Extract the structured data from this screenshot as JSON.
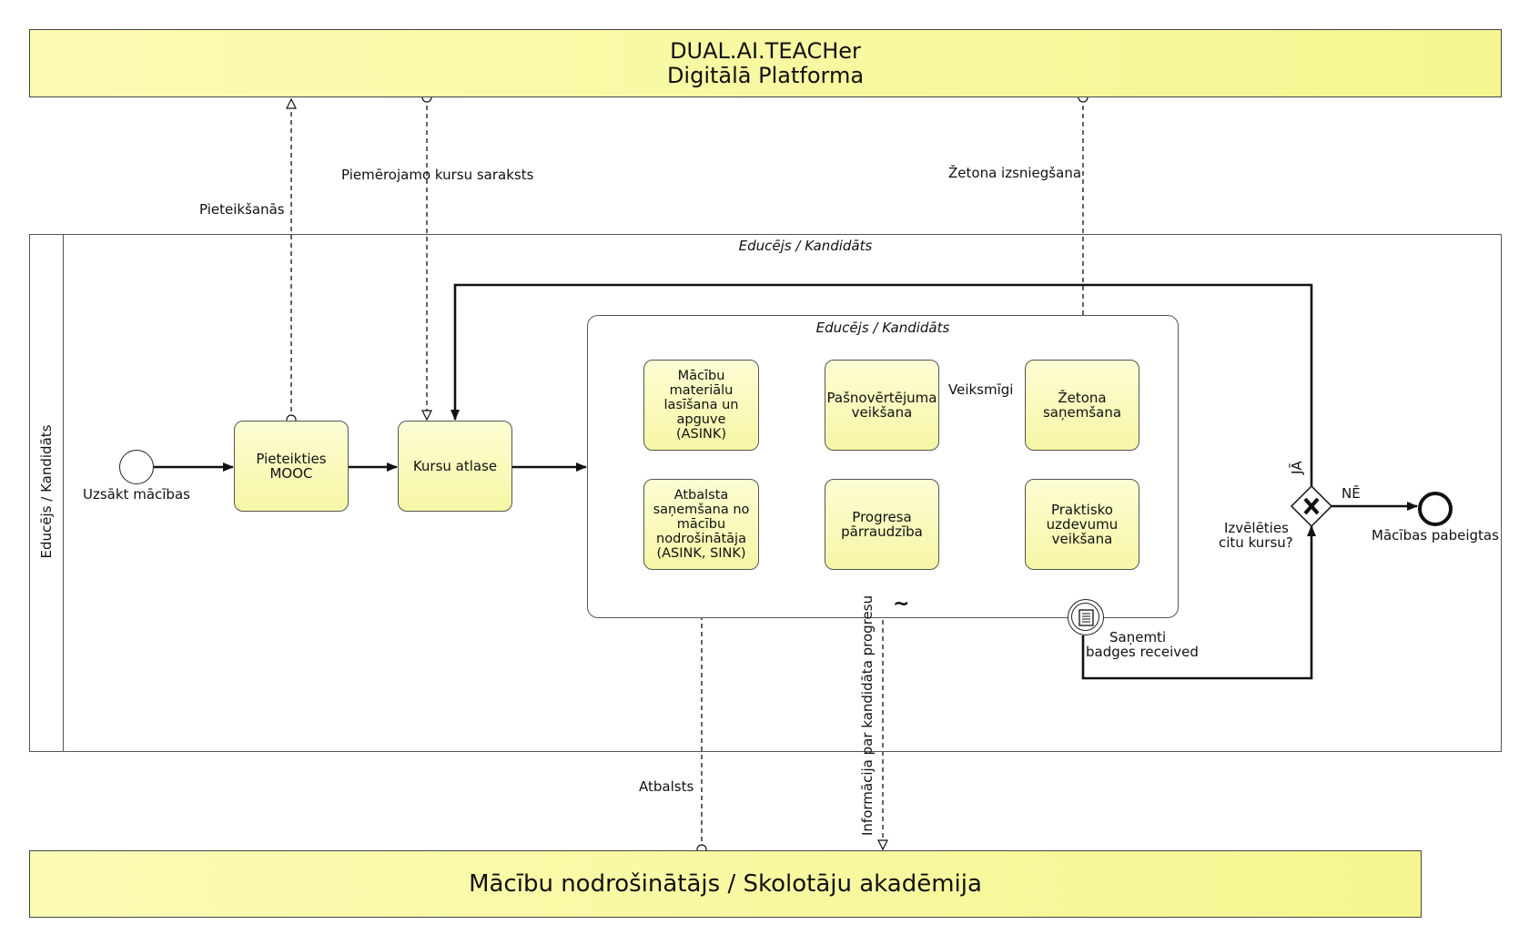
{
  "diagram": {
    "top_pool": {
      "line1": "DUAL.AI.TEACHer",
      "line2": "Digitālā Platforma"
    },
    "bottom_pool": {
      "label": "Mācību nodrošinātājs / Skolotāju akadēmija"
    },
    "lane": {
      "title": "Educējs / Kandidāts",
      "header_label": "Educējs / Kandidāts"
    },
    "subprocess": {
      "title": "Educējs / Kandidāts",
      "marker": "~"
    },
    "events": {
      "start_label": "Uzsākt mācības",
      "end_label": "Mācības pabeigtas",
      "boundary_label_1": "Saņemti",
      "boundary_label_2": "badges received"
    },
    "tasks": {
      "pieteikties": "Pieteikties\nMOOC",
      "kursu_atlase": "Kursu atlase",
      "materialu": "Mācību materiālu\nlasīšana un\napguve\n(ASINK)",
      "atbalsta": "Atbalsta\nsaņemšana no\nmācību\nnodrošinātāja\n(ASINK, SINK)",
      "pasnovertejuma": "Pašnovērtējuma\nveikšana",
      "progresa": "Progresa\npārraudzība",
      "zetona": "Žetona\nsaņemšana",
      "praktisko": "Praktisko\nuzdevumu\nveikšana"
    },
    "gateway": {
      "label_1": "Izvēlēties",
      "label_2": "citu kursu?",
      "yes": "JĀ",
      "no": "NĒ"
    },
    "flows": {
      "veiksmigi": "Veiksmīgi",
      "pieteiksanas": "Pieteikšanās",
      "piemerojamo": "Piemērojamo kursu saraksts",
      "zetona_izsniegsana": "Žetona izsniegšana",
      "atbalsts": "Atbalsts",
      "informacija": "Informācija par kandidāta progresu"
    },
    "colors": {
      "pool_fill": "#f7f79a",
      "task_fill": "#fafac0",
      "line": "#111111"
    }
  }
}
